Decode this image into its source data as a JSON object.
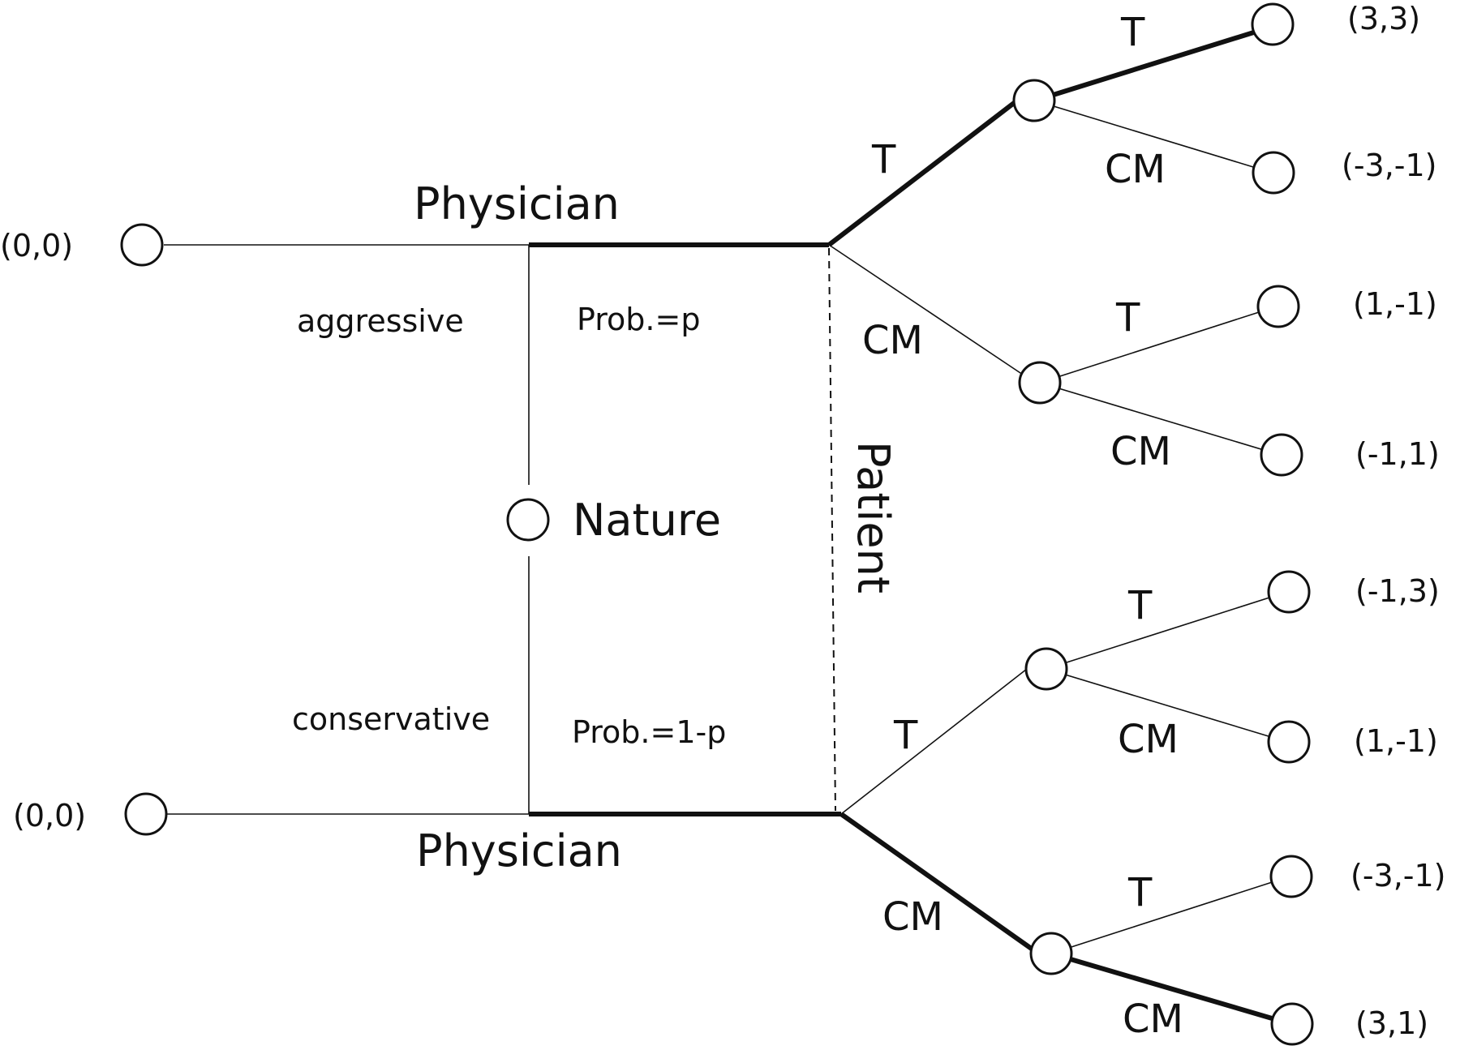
{
  "players": {
    "physician": "Physician",
    "nature": "Nature",
    "patient": "Patient"
  },
  "nature_moves": {
    "aggressive": "aggressive",
    "conservative": "conservative",
    "prob_aggressive": "Prob.=p",
    "prob_conservative": "Prob.=1-p"
  },
  "actions": {
    "treat": "T",
    "conservative_management": "CM"
  },
  "payoffs": {
    "exit_aggressive": "(0,0)",
    "exit_conservative": "(0,0)",
    "agg_T_T": "(3,3)",
    "agg_T_CM": "(-3,-1)",
    "agg_CM_T": "(1,-1)",
    "agg_CM_CM": "(-1,1)",
    "con_T_T": "(-1,3)",
    "con_T_CM": "(1,-1)",
    "con_CM_T": "(-3,-1)",
    "con_CM_CM": "(3,1)"
  },
  "colors": {
    "ink": "#111111",
    "background": "#ffffff"
  }
}
